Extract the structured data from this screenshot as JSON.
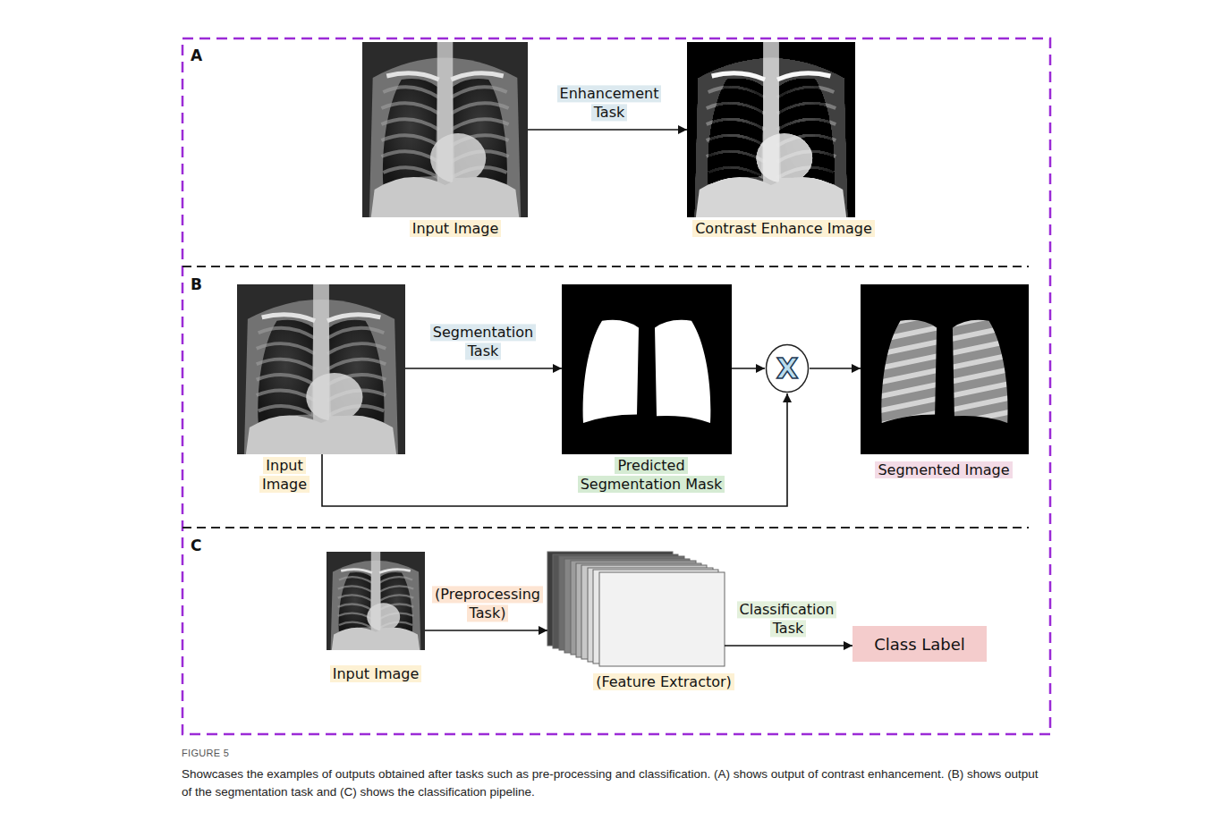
{
  "diagram": {
    "caption": "Showcases the examples of outputs obtained after tasks such as pre-processing and classification. (A) shows output of contrast enhancement. (B) shows output of the segmentation task and (C) shows the classification pipeline.",
    "nodes": [
      {
        "text": [
          "A"
        ]
      },
      {
        "text": [
          "Input Image"
        ],
        "in": 0
      },
      {
        "text": [
          "Contrast Enhance Image"
        ],
        "in": 0
      },
      {
        "text": [
          "B"
        ]
      },
      {
        "text": [
          "Input Image"
        ],
        "in": 3
      },
      {
        "text": [
          "Predicted Segmentation Mask"
        ],
        "in": 3
      },
      {
        "text": [
          "X"
        ],
        "in": 3
      },
      {
        "text": [
          "Segmented Image"
        ],
        "in": 3
      },
      {
        "text": [
          "C"
        ]
      },
      {
        "text": [
          "Input Image"
        ],
        "in": 8
      },
      {
        "text": [
          "(Feature Extractor)"
        ],
        "in": 8
      },
      {
        "text": [
          "Class Label"
        ],
        "in": 8
      }
    ],
    "edges": [
      {
        "from": 1,
        "to": 2,
        "arrow": "to",
        "label": "Enhancement Task"
      },
      {
        "from": 4,
        "to": 5,
        "arrow": "to",
        "label": "Segmentation Task"
      },
      {
        "from": 5,
        "to": 6,
        "arrow": "to"
      },
      {
        "from": 4,
        "to": 6,
        "arrow": "to"
      },
      {
        "from": 6,
        "to": 7,
        "arrow": "to"
      },
      {
        "from": 9,
        "to": 10,
        "arrow": "to",
        "label": "(Preprocessing Task)"
      },
      {
        "from": 10,
        "to": 11,
        "arrow": "to",
        "label": "Classification Task"
      }
    ],
    "labels": [
      "FIGURE 5"
    ]
  }
}
